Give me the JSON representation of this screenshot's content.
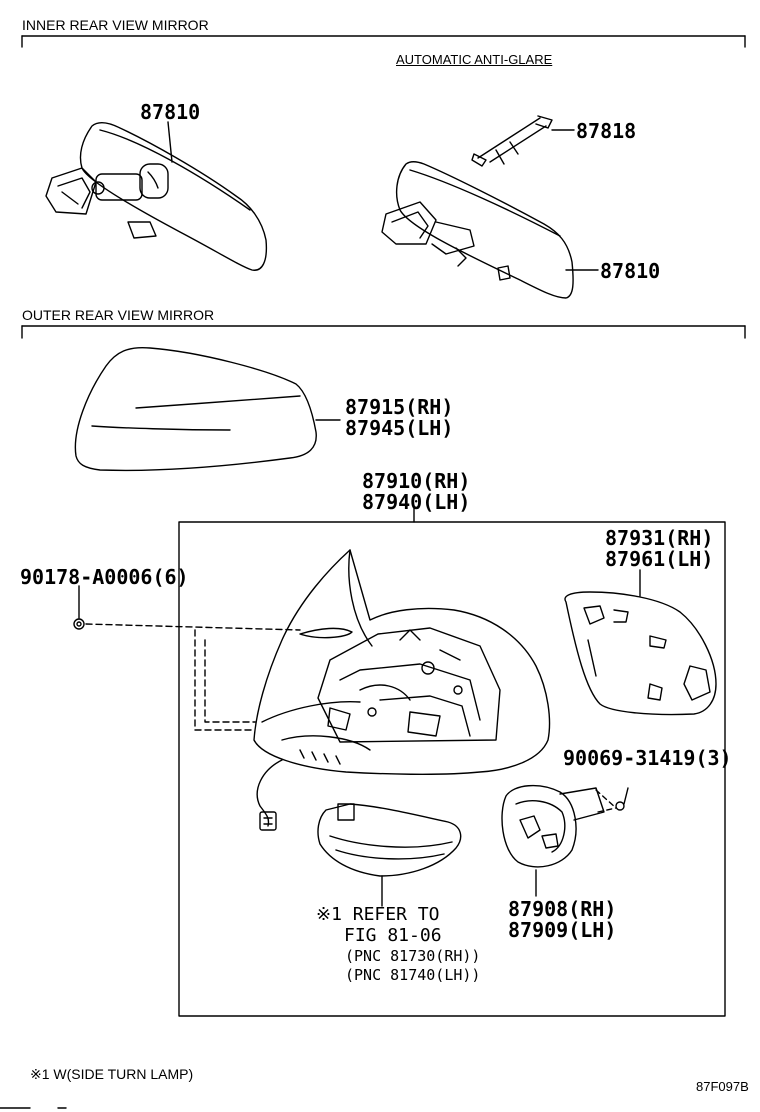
{
  "sections": {
    "inner": "INNER REAR VIEW MIRROR",
    "outer": "OUTER REAR VIEW MIRROR"
  },
  "inner_mirror": {
    "variant_label": "AUTOMATIC ANTI-GLARE",
    "mirror_part": "87810",
    "bracket_part": "87818",
    "anti_glare_mirror_part": "87810"
  },
  "outer_mirror": {
    "cover": {
      "rh": "87915(RH)",
      "lh": "87945(LH)"
    },
    "assembly": {
      "rh": "87910(RH)",
      "lh": "87940(LH)"
    },
    "glass": {
      "rh": "87931(RH)",
      "lh": "87961(LH)"
    },
    "clip": "90178-A0006(6)",
    "screw": "90069-31419(3)",
    "actuator": {
      "rh": "87908(RH)",
      "lh": "87909(LH)"
    },
    "turn_lamp_ref": {
      "line1": "※1 REFER TO",
      "line2": "FIG 81-06",
      "pnc_rh": "(PNC 81730(RH))",
      "pnc_lh": "(PNC 81740(LH))"
    }
  },
  "footnote": "※1 W(SIDE TURN LAMP)",
  "figure_code": "87F097B"
}
